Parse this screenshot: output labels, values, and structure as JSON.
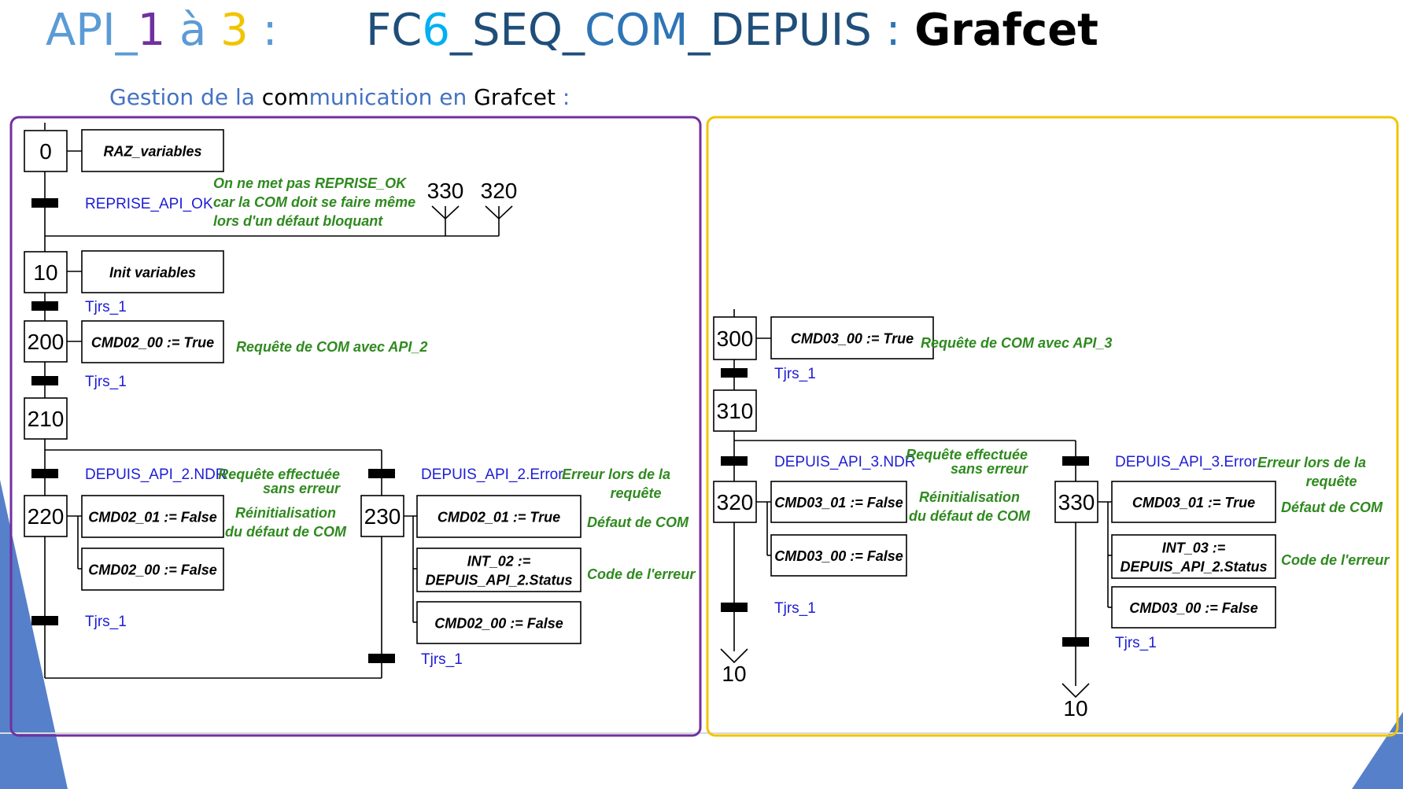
{
  "header": {
    "left_title": [
      {
        "text": "API_",
        "color": "#5b9bd5"
      },
      {
        "text": "1",
        "color": "#7030a0"
      },
      {
        "text": " à ",
        "color": "#5b9bd5"
      },
      {
        "text": "3",
        "color": "#f2c400"
      },
      {
        "text": " :",
        "color": "#5b9bd5"
      }
    ],
    "right_title": [
      {
        "text": "FC",
        "color": "#1f4e79"
      },
      {
        "text": "6",
        "color": "#00b0f0"
      },
      {
        "text": "_SEQ_",
        "color": "#1f4e79"
      },
      {
        "text": "COM",
        "color": "#2e75b6"
      },
      {
        "text": "_DEPUIS",
        "color": "#1f4e79"
      },
      {
        "text": " : ",
        "color": "#2e75b6"
      },
      {
        "text": "Grafcet",
        "color": "#000000",
        "bold": true
      }
    ],
    "subtitle": [
      {
        "text": "Gestion de la ",
        "color": "#4472c4"
      },
      {
        "text": "com",
        "color": "#000000"
      },
      {
        "text": "munication en ",
        "color": "#4472c4"
      },
      {
        "text": "Grafcet",
        "color": "#000000"
      },
      {
        "text": " :",
        "color": "#4472c4"
      }
    ]
  },
  "colors": {
    "left_frame": "#7030a0",
    "right_frame": "#f2c400",
    "condition": "#1d1dd4",
    "comment": "#2f8a1f",
    "corner_decor": "#4472c4"
  },
  "steps": [
    {
      "id": "s0",
      "label": "0"
    },
    {
      "id": "s10",
      "label": "10"
    },
    {
      "id": "s200",
      "label": "200"
    },
    {
      "id": "s210",
      "label": "210"
    },
    {
      "id": "s220",
      "label": "220"
    },
    {
      "id": "s230",
      "label": "230"
    },
    {
      "id": "s300",
      "label": "300"
    },
    {
      "id": "s310",
      "label": "310"
    },
    {
      "id": "s320",
      "label": "320"
    },
    {
      "id": "s330",
      "label": "330"
    }
  ],
  "actions": [
    {
      "id": "a0",
      "lines": [
        "RAZ_variables"
      ]
    },
    {
      "id": "a10",
      "lines": [
        "Init variables"
      ]
    },
    {
      "id": "a200",
      "lines": [
        "CMD02_00 := True"
      ]
    },
    {
      "id": "a220a",
      "lines": [
        "CMD02_01 := False"
      ]
    },
    {
      "id": "a220b",
      "lines": [
        "CMD02_00 := False"
      ]
    },
    {
      "id": "a230a",
      "lines": [
        "CMD02_01 := True"
      ]
    },
    {
      "id": "a230b",
      "lines": [
        "INT_02 :=",
        "DEPUIS_API_2.Status"
      ]
    },
    {
      "id": "a230c",
      "lines": [
        "CMD02_00 := False"
      ]
    },
    {
      "id": "a300",
      "lines": [
        "CMD03_00 := True"
      ]
    },
    {
      "id": "a320a",
      "lines": [
        "CMD03_01 := False"
      ]
    },
    {
      "id": "a320b",
      "lines": [
        "CMD03_00 := False"
      ]
    },
    {
      "id": "a330a",
      "lines": [
        "CMD03_01 := True"
      ]
    },
    {
      "id": "a330b",
      "lines": [
        "INT_03 :=",
        "DEPUIS_API_2.Status"
      ]
    },
    {
      "id": "a330c",
      "lines": [
        "CMD03_00 := False"
      ]
    }
  ],
  "conditions": [
    {
      "id": "t0",
      "text": "REPRISE_API_OK"
    },
    {
      "id": "t10",
      "text": "Tjrs_1"
    },
    {
      "id": "t200",
      "text": "Tjrs_1"
    },
    {
      "id": "t210a",
      "text": "DEPUIS_API_2.NDR"
    },
    {
      "id": "t210b",
      "text": "DEPUIS_API_2.Error"
    },
    {
      "id": "t220",
      "text": "Tjrs_1"
    },
    {
      "id": "t230",
      "text": "Tjrs_1"
    },
    {
      "id": "t300",
      "text": "Tjrs_1"
    },
    {
      "id": "t310a",
      "text": "DEPUIS_API_3.NDR"
    },
    {
      "id": "t310b",
      "text": "DEPUIS_API_3.Error"
    },
    {
      "id": "t320",
      "text": "Tjrs_1"
    },
    {
      "id": "t330",
      "text": "Tjrs_1"
    }
  ],
  "comments": [
    {
      "id": "c0",
      "lines": [
        "On ne met pas REPRISE_OK",
        "car la COM doit se faire même",
        "lors d'un défaut bloquant"
      ]
    },
    {
      "id": "c200",
      "lines": [
        "Requête de COM avec API_2"
      ]
    },
    {
      "id": "c210a",
      "lines": [
        "Requête effectuée",
        "sans erreur"
      ]
    },
    {
      "id": "c210b",
      "lines": [
        "Erreur lors de la",
        "requête"
      ]
    },
    {
      "id": "c220",
      "lines": [
        "Réinitialisation",
        "du défaut de COM"
      ]
    },
    {
      "id": "c230a",
      "lines": [
        "Défaut de COM"
      ]
    },
    {
      "id": "c230b",
      "lines": [
        "Code de l'erreur"
      ]
    },
    {
      "id": "c300",
      "lines": [
        "Requête de COM avec API_3"
      ]
    },
    {
      "id": "c310a",
      "lines": [
        "Requête effectuée",
        "sans erreur"
      ]
    },
    {
      "id": "c310b",
      "lines": [
        "Erreur lors de la",
        "requête"
      ]
    },
    {
      "id": "c320",
      "lines": [
        "Réinitialisation",
        "du défaut de COM"
      ]
    },
    {
      "id": "c330a",
      "lines": [
        "Défaut de COM"
      ]
    },
    {
      "id": "c330b",
      "lines": [
        "Code de l'erreur"
      ]
    }
  ],
  "references": [
    {
      "id": "r330",
      "text": "330"
    },
    {
      "id": "r320",
      "text": "320"
    },
    {
      "id": "r10a",
      "text": "10"
    },
    {
      "id": "r10b",
      "text": "10"
    }
  ]
}
